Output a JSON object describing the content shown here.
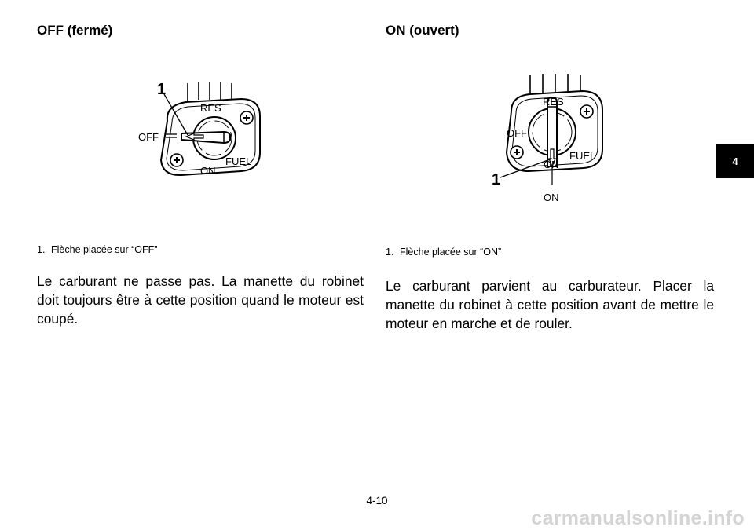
{
  "chapter_tab": "4",
  "page_number": "4-10",
  "watermark": "carmanualsonline.info",
  "left": {
    "heading": "OFF (fermé)",
    "diagram": {
      "callout": "1",
      "labels": {
        "res": "RES",
        "off": "OFF",
        "fuel": "FUEL",
        "on": "ON"
      }
    },
    "caption": {
      "number": "1.",
      "text": "Flèche placée sur “OFF”"
    },
    "body": "Le carburant ne passe pas. La manette du robinet doit toujours être à cette position quand le moteur est coupé."
  },
  "right": {
    "heading": "ON (ouvert)",
    "diagram": {
      "callout": "1",
      "labels": {
        "res": "RES",
        "off": "OFF",
        "fuel": "FUEL",
        "on": "ON",
        "on_pointer": "ON"
      }
    },
    "caption": {
      "number": "1.",
      "text": "Flèche placée sur “ON”"
    },
    "body": "Le carburant parvient au carburateur. Placer la manette du robinet à cette position avant de mettre le moteur en marche et de rouler."
  }
}
